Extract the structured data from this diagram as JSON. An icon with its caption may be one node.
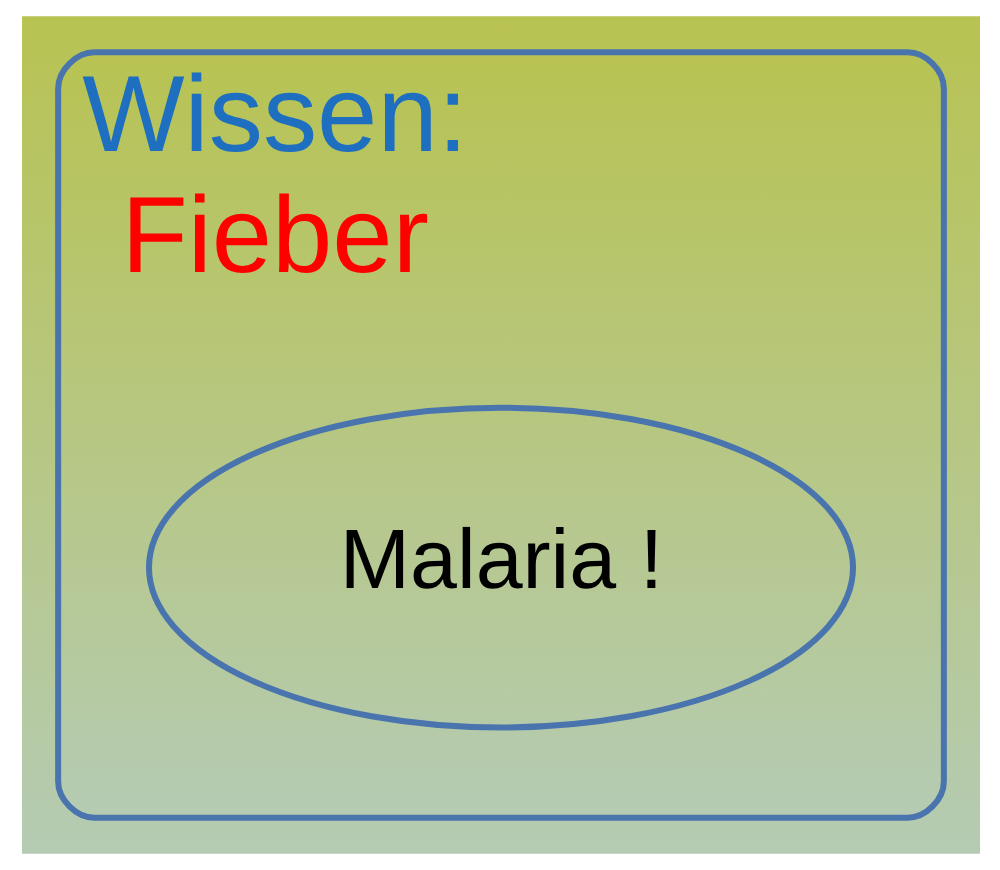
{
  "diagram": {
    "nodes": [
      {
        "text": [
          "Wissen:",
          "Fieber"
        ]
      },
      {
        "text": [
          "Malaria !"
        ],
        "in": 0
      }
    ],
    "edges": []
  }
}
